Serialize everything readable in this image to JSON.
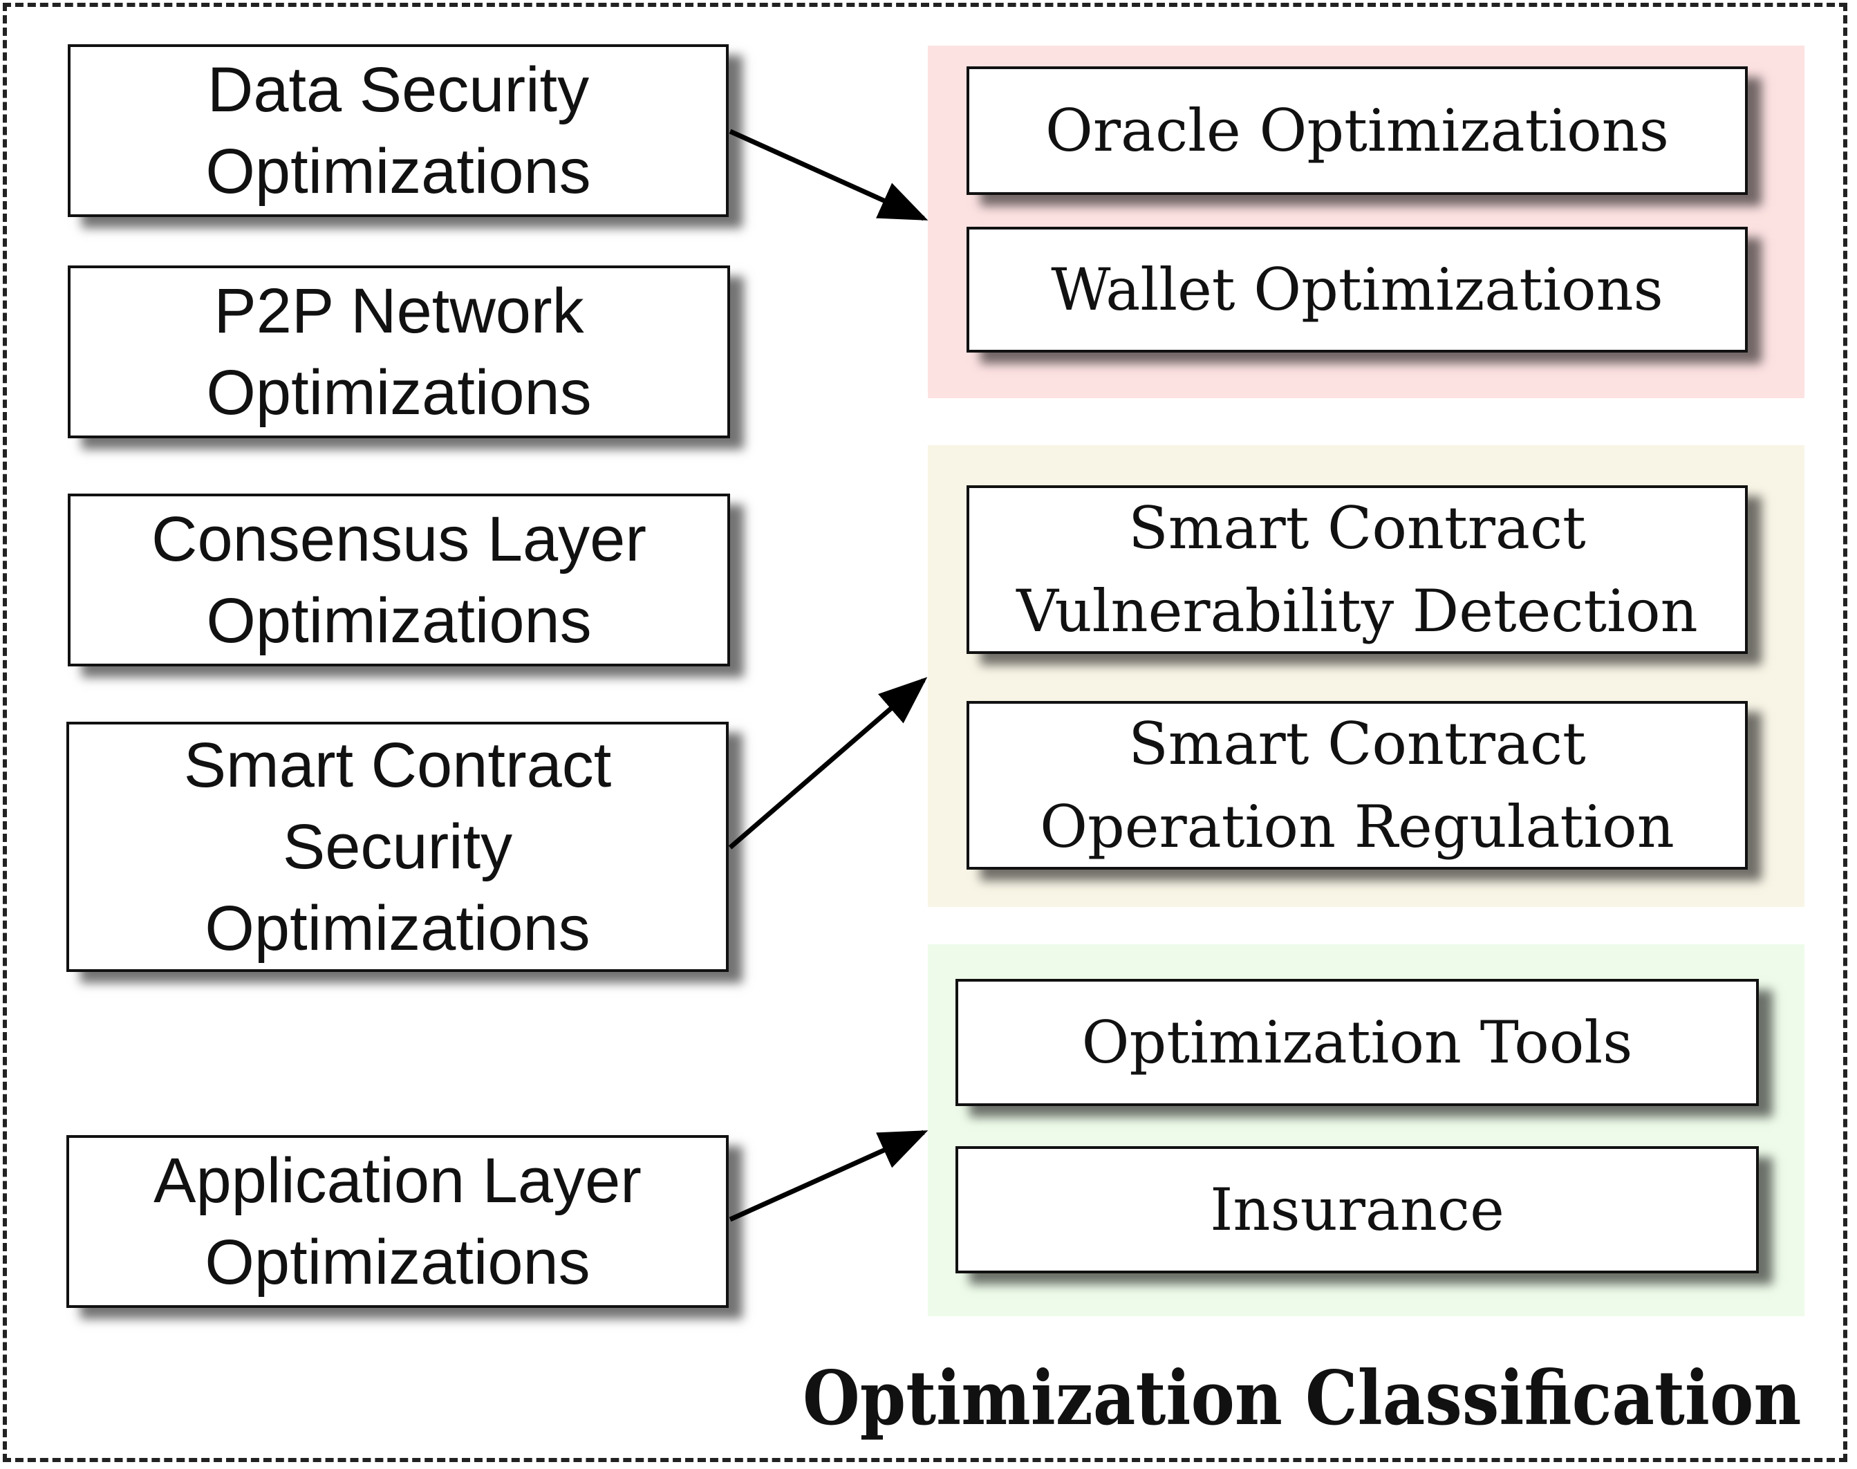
{
  "left_boxes": [
    {
      "lines": [
        "Data Security",
        "Optimizations"
      ]
    },
    {
      "lines": [
        "P2P Network",
        "Optimizations"
      ]
    },
    {
      "lines": [
        "Consensus Layer",
        "Optimizations"
      ]
    },
    {
      "lines": [
        "Smart Contract",
        "Security",
        "Optimizations"
      ]
    },
    {
      "lines": [
        "Application Layer",
        "Optimizations"
      ]
    }
  ],
  "groups": [
    {
      "color": "#fde2e2",
      "items": [
        {
          "lines": [
            "Oracle Optimizations"
          ]
        },
        {
          "lines": [
            "Wallet Optimizations"
          ]
        }
      ]
    },
    {
      "color": "#f8f5e6",
      "items": [
        {
          "lines": [
            "Smart Contract",
            "Vulnerability Detection"
          ]
        },
        {
          "lines": [
            "Smart Contract",
            "Operation Regulation"
          ]
        }
      ]
    },
    {
      "color": "#eefbea",
      "items": [
        {
          "lines": [
            "Optimization Tools"
          ]
        },
        {
          "lines": [
            "Insurance"
          ]
        }
      ]
    }
  ],
  "caption": "Optimization Classification",
  "colors": {
    "border": "#111111",
    "arrow": "#000000"
  }
}
